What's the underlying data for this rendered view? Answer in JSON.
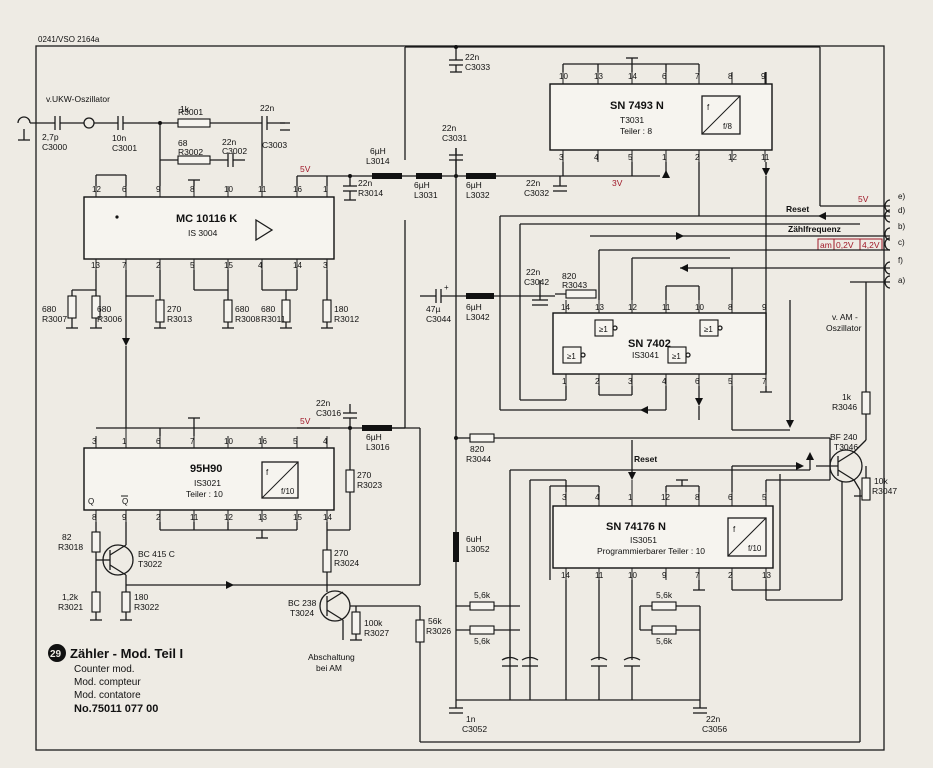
{
  "doc_code": "0241/VSO 2164a",
  "osc_ukw": "v.UKW-Oszillator",
  "osc_am": "v.AM-\nOszillator",
  "abschaltung": "Abschaltung",
  "abschaltung2": "bei AM",
  "signals": {
    "reset": "Reset",
    "zaehl": "Zählfrequenz",
    "reset2": "Reset",
    "v5": "5V",
    "v5b": "5V",
    "v5c": "5V",
    "v3": "3V",
    "am": "am",
    "v02": "0,2V",
    "v42": "4,2V"
  },
  "connectors": [
    "e)",
    "d)",
    "b)",
    "c)",
    "f)",
    "a)"
  ],
  "ics": {
    "mc": {
      "name": "MC 10116 K",
      "ref": "IS 3004"
    },
    "sn7493": {
      "name": "SN 7493 N",
      "ref": "T3031",
      "sub": "Teiler : 8",
      "frac_top": "f",
      "frac_bot": "f/8"
    },
    "sn7402": {
      "name": "SN 7402",
      "ref": "IS3041",
      "gate": "≥1"
    },
    "h95": {
      "name": "95H90",
      "ref": "IS3021",
      "sub": "Teiler : 10",
      "frac_top": "f",
      "frac_bot": "f/10"
    },
    "sn74176": {
      "name": "SN 74176 N",
      "ref": "IS3051",
      "sub": "Programmierbarer Teiler : 10",
      "frac_top": "f",
      "frac_bot": "f/10"
    }
  },
  "components": {
    "c3000": {
      "val": "2,7p",
      "ref": "C3000"
    },
    "c3001": {
      "val": "10n",
      "ref": "C3001"
    },
    "r3001": {
      "val": "1k",
      "ref": "R3001"
    },
    "r3002": {
      "val": "68",
      "ref": "R3002"
    },
    "c3002": {
      "val": "22n",
      "ref": "C3002"
    },
    "c3003": {
      "val": "22n",
      "ref": "C3003"
    },
    "l3014": {
      "val": "6µH",
      "ref": "L3014"
    },
    "r3014": {
      "val": "22n",
      "ref": "R3014"
    },
    "c3033": {
      "val": "22n",
      "ref": "C3033"
    },
    "c3031": {
      "val": "22n",
      "ref": "C3031"
    },
    "l3031": {
      "val": "6µH",
      "ref": "L3031"
    },
    "l3032": {
      "val": "6µH",
      "ref": "L3032"
    },
    "c3032": {
      "val": "22n",
      "ref": "C3032"
    },
    "c3042": {
      "val": "22n",
      "ref": "C3042"
    },
    "r3043": {
      "val": "820",
      "ref": "R3043"
    },
    "c3044": {
      "val": "47µ",
      "ref": "C3044"
    },
    "l3042": {
      "val": "6µH",
      "ref": "L3042"
    },
    "r3007": {
      "val": "680",
      "ref": "R3007"
    },
    "r3006": {
      "val": "680",
      "ref": "R3006"
    },
    "r3013": {
      "val": "270",
      "ref": "R3013"
    },
    "r3008": {
      "val": "680",
      "ref": "R3008"
    },
    "r3011": {
      "val": "680",
      "ref": "R3011"
    },
    "r3012": {
      "val": "180",
      "ref": "R3012"
    },
    "c3016": {
      "val": "22n",
      "ref": "C3016"
    },
    "l3016": {
      "val": "6µH",
      "ref": "L3016"
    },
    "r3023": {
      "val": "270",
      "ref": "R3023"
    },
    "r3044": {
      "val": "820",
      "ref": "R3044"
    },
    "r3018": {
      "val": "82",
      "ref": "R3018"
    },
    "t3022": {
      "val": "BC 415 C",
      "ref": "T3022"
    },
    "r3021": {
      "val": "1,2k",
      "ref": "R3021"
    },
    "r3022": {
      "val": "180",
      "ref": "R3022"
    },
    "r3024": {
      "val": "270",
      "ref": "R3024"
    },
    "t3024": {
      "val": "BC 238",
      "ref": "T3024"
    },
    "r3027": {
      "val": "100k",
      "ref": "R3027"
    },
    "r3026": {
      "val": "56k",
      "ref": "R3026"
    },
    "l3052": {
      "val": "6uH",
      "ref": "L3052"
    },
    "c3052": {
      "val": "1n",
      "ref": "C3052"
    },
    "c3056": {
      "val": "22n",
      "ref": "C3056"
    },
    "r56a": {
      "val": "5,6k"
    },
    "r56b": {
      "val": "5,6k"
    },
    "r56c": {
      "val": "5,6k"
    },
    "r56d": {
      "val": "5,6k"
    },
    "r3046": {
      "val": "1k",
      "ref": "R3046"
    },
    "t3046": {
      "val": "BF 240",
      "ref": "T3046"
    },
    "r3047": {
      "val": "10k",
      "ref": "R3047"
    }
  },
  "caption": {
    "number": "29",
    "title": "Zähler - Mod. Teil I",
    "lines": [
      "Counter mod.",
      "Mod. compteur",
      "Mod. contatore",
      "No.75011 077 00"
    ]
  },
  "colors": {
    "accent_red": "#a01828",
    "ink": "#111111",
    "paper": "#eeebe4"
  }
}
